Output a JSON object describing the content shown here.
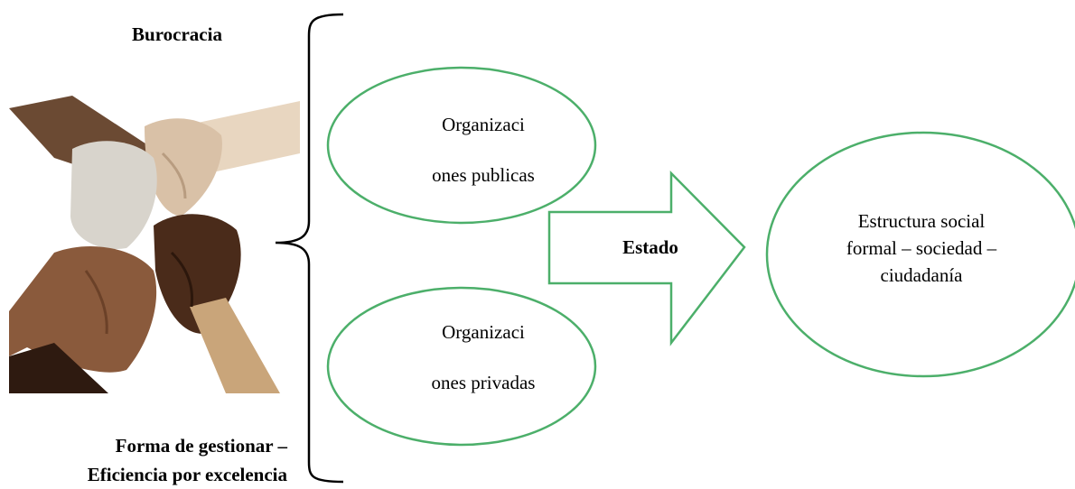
{
  "title": "Burocracia",
  "caption": {
    "line1": "Forma de gestionar –",
    "line2": "Eficiencia por excelencia"
  },
  "image": {
    "icon": "joined-hands-image",
    "description_name": "hands-holding-wrists"
  },
  "nodes": {
    "public": {
      "line1": "Organizaci",
      "line2": "ones publicas"
    },
    "private": {
      "line1": "Organizaci",
      "line2": "ones privadas"
    },
    "result": {
      "line1": "Estructura social",
      "line2": "formal – sociedad –",
      "line3": "ciudadanía"
    }
  },
  "arrow": {
    "label": "Estado"
  },
  "colors": {
    "shape_stroke": "#4caf6a",
    "brace": "#000000"
  }
}
